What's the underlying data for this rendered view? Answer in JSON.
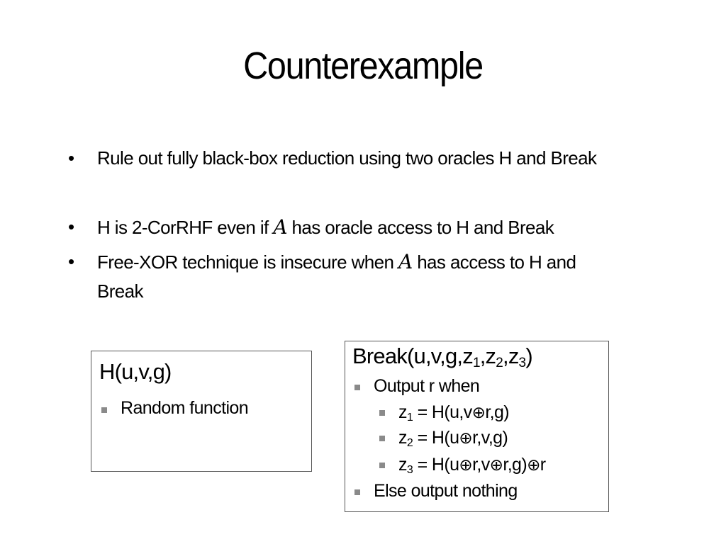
{
  "slide": {
    "title": "Counterexample",
    "bullets": [
      {
        "text": "Rule out fully black-box reduction using two oracles H and Break"
      },
      {
        "pre": "H is 2-CorRHF even if ",
        "sym": "A",
        "post": " has oracle access to H and Break"
      },
      {
        "pre": "Free-XOR technique is insecure when ",
        "sym": "A",
        "post": " has access to H and",
        "line2": "Break"
      }
    ],
    "bullet_glyph": "•"
  },
  "box_h": {
    "heading": "H(u,v,g)",
    "items": [
      "Random function"
    ]
  },
  "box_break": {
    "heading_prefix": "Break(u,v,g,z",
    "heading_sub1": "1",
    "heading_mid1": ",z",
    "heading_sub2": "2",
    "heading_mid2": ",z",
    "heading_sub3": "3",
    "heading_suffix": ")",
    "item1": "Output r when",
    "sub_items": [
      {
        "z": "z",
        "idx": "1",
        "a": " = H(u,v",
        "b": "r,g)",
        "c": "",
        "d": ""
      },
      {
        "z": "z",
        "idx": "2",
        "a": " = H(u",
        "b": "r,v,g)",
        "c": "",
        "d": ""
      },
      {
        "z": "z",
        "idx": "3",
        "a": " = H(u",
        "b": "r,v",
        "c": "r,g)",
        "d": "r"
      }
    ],
    "oplus": "⊕",
    "item2": "Else output nothing"
  }
}
